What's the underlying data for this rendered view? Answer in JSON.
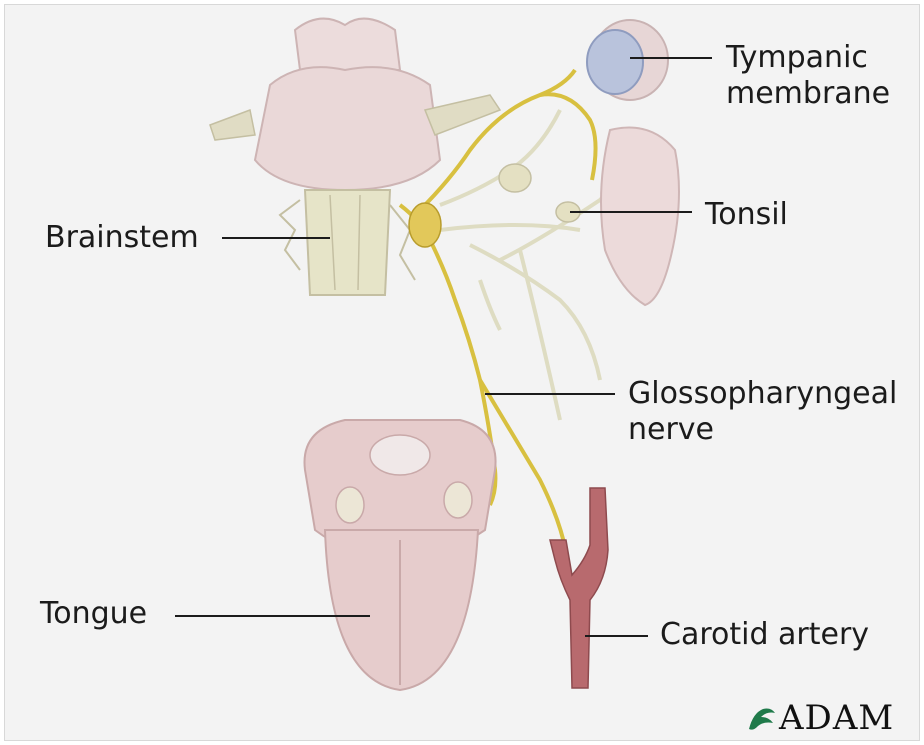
{
  "labels": {
    "tympanic_line1": "Tympanic",
    "tympanic_line2": "membrane",
    "tonsil": "Tonsil",
    "brainstem": "Brainstem",
    "glosso_line1": "Glossopharyngeal",
    "glosso_line2": "nerve",
    "tongue": "Tongue",
    "carotid": "Carotid artery"
  },
  "logo": {
    "text": "ADAM",
    "icon": "leaf-icon"
  },
  "colors": {
    "background": "#f3f3f3",
    "nerve": "#d8c040",
    "tissue_pink": "#e9cfcf",
    "brainstem_cream": "#e6e4c8",
    "artery": "#b86a6e",
    "tympanic_blue": "#b9c3dc",
    "leader_line": "#1b1b1b"
  }
}
